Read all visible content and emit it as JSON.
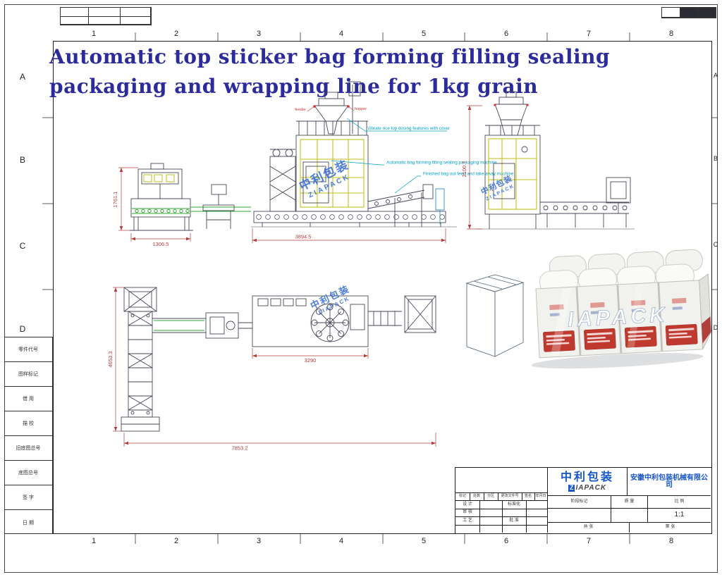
{
  "colors": {
    "title": "#2b2b9b",
    "dimension": "#b43a3a",
    "annotation": "#00a0c8",
    "watermark_blue": "#3a6fd8",
    "machine_yellow": "#c2c21a",
    "machine_green": "#2fa52f",
    "logo_blue": "#1656c8",
    "label_red": "#c0392f"
  },
  "sheet": {
    "cols": [
      "1",
      "2",
      "3",
      "4",
      "5",
      "6",
      "7",
      "8"
    ],
    "rows": [
      "A",
      "B",
      "C",
      "D"
    ]
  },
  "title": {
    "line1": "Automatic top sticker bag forming filling sealing",
    "line2": "packaging and wrapping line for 1kg grain"
  },
  "dimensions": {
    "checkweigher_height": "1761.1",
    "checkweigher_width": "1306.5",
    "main_width": "3894.5",
    "machine_height": "2100.7",
    "plan_depth": "4653.3",
    "rotary_width": "3290",
    "total_length": "7853.2"
  },
  "annotations": {
    "hopper_note": "Vibrate rice top dosing features with cover",
    "machine_note": "Automatic bag forming filling sealing packaging machine",
    "outfeed_note": "Finished bag out feed and take away machine",
    "red_left": "feeder",
    "red_right": "hopper"
  },
  "watermark": {
    "cn": "中利包装",
    "en": "ZIAPACK"
  },
  "photo": {
    "brand": "IAPACK"
  },
  "titleblock": {
    "mark": "标记",
    "count": "处数",
    "zone": "分区",
    "file": "更改文件号",
    "sign": "签名",
    "date": "年月日",
    "design": "设 计",
    "standard": "标准化",
    "check": "审 核",
    "craft": "工 艺",
    "approve": "批 准",
    "stage": "阶段标记",
    "mass": "质 量",
    "scale": "比 例",
    "scale_value": "1:1",
    "total_sheet": "共  张",
    "sheet_no": "第  张",
    "logo_cn": "中利包装",
    "logo_z": "Z",
    "logo_rest": "IAPACK",
    "company": "安徽中利包装机械有限公司"
  },
  "margin_table": {
    "rows": [
      "零件代号",
      "图样标记",
      "借 用",
      "描 校",
      "旧底图总号",
      "底图总号",
      "签 字",
      "日 期"
    ]
  }
}
